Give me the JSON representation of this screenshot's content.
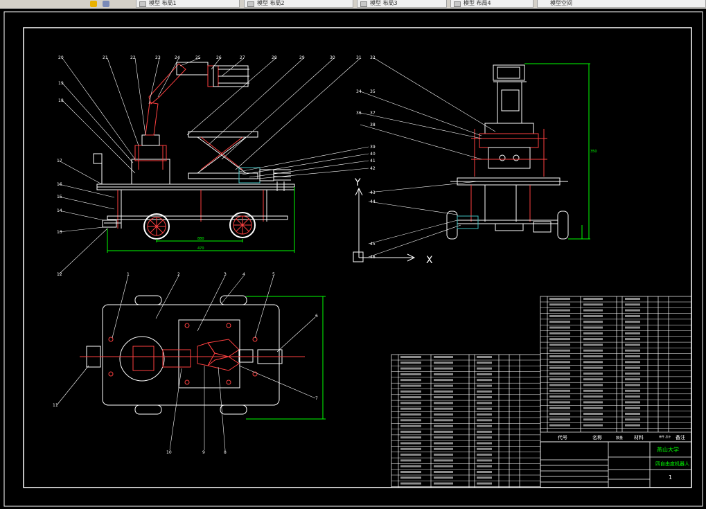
{
  "toolbar": {
    "tabs": [
      {
        "label": "模型 布局1"
      },
      {
        "label": "模型 布局2"
      },
      {
        "label": "模型 布局3"
      },
      {
        "label": "模型 布局4"
      },
      {
        "label": "模型空间"
      }
    ]
  },
  "drawing": {
    "axis_y": "Y",
    "axis_x": "X",
    "dim_wheelbase": "880",
    "dim_overall": "470",
    "dim_height": "350",
    "side_callouts": [
      "20",
      "21",
      "22",
      "23",
      "24",
      "25",
      "26",
      "27",
      "28",
      "29",
      "30",
      "31",
      "32"
    ],
    "left_callouts": [
      "19",
      "18",
      "17",
      "16",
      "15",
      "14",
      "13",
      "12"
    ],
    "right_callouts": [
      "34",
      "35",
      "36",
      "37",
      "38",
      "39",
      "40",
      "41",
      "42",
      "43",
      "44",
      "45",
      "46"
    ],
    "plan_callouts": [
      "1",
      "2",
      "3",
      "4",
      "5",
      "6",
      "7",
      "8",
      "9",
      "10",
      "11"
    ]
  },
  "title_block": {
    "school": "燕山大学",
    "drawing_name": "四自由度机器人",
    "sheet": "1",
    "col_code": "代号",
    "col_name": "名称",
    "col_qty": "数量",
    "col_material": "材料",
    "col_weight": "单件 总计",
    "col_remark": "备注"
  }
}
